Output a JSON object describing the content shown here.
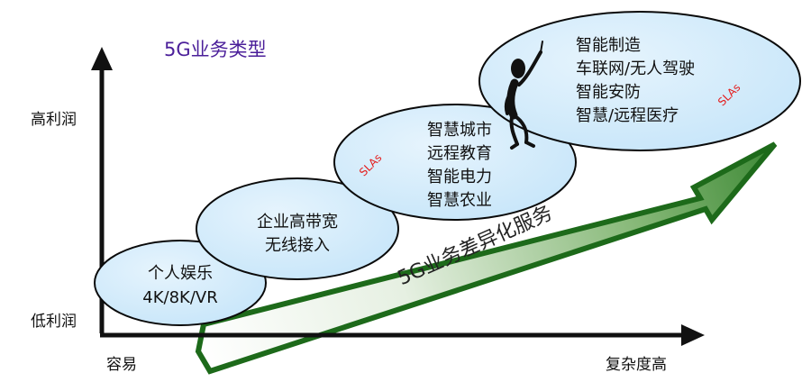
{
  "title": "5G业务类型",
  "axis": {
    "y_high": "高利润",
    "y_low": "低利润",
    "x_easy": "容易",
    "x_complex": "复杂度高"
  },
  "arrow_label": "5G业务差异化服务",
  "sla_label": "SLAs",
  "bubbles": [
    {
      "id": "personal",
      "lines": [
        "个人娱乐",
        "4K/8K/VR"
      ]
    },
    {
      "id": "enterprise",
      "lines": [
        "企业高带宽",
        "无线接入"
      ]
    },
    {
      "id": "city",
      "lines": [
        "智慧城市",
        "远程教育",
        "智能电力",
        "智慧农业"
      ]
    },
    {
      "id": "top",
      "lines": [
        "智能制造",
        "车联网/无人驾驶",
        "智能安防",
        "智慧/远程医疗"
      ]
    }
  ],
  "colors": {
    "title": "#4b1f9a",
    "axis": "#111111",
    "bubble_fill": "#d5ecfb",
    "bubble_stroke": "#0a0a0a",
    "sla": "#e41b1b",
    "arrow_dark": "#1d6a1a",
    "arrow_light": "#ffffff",
    "arrow_label": "#222222"
  }
}
